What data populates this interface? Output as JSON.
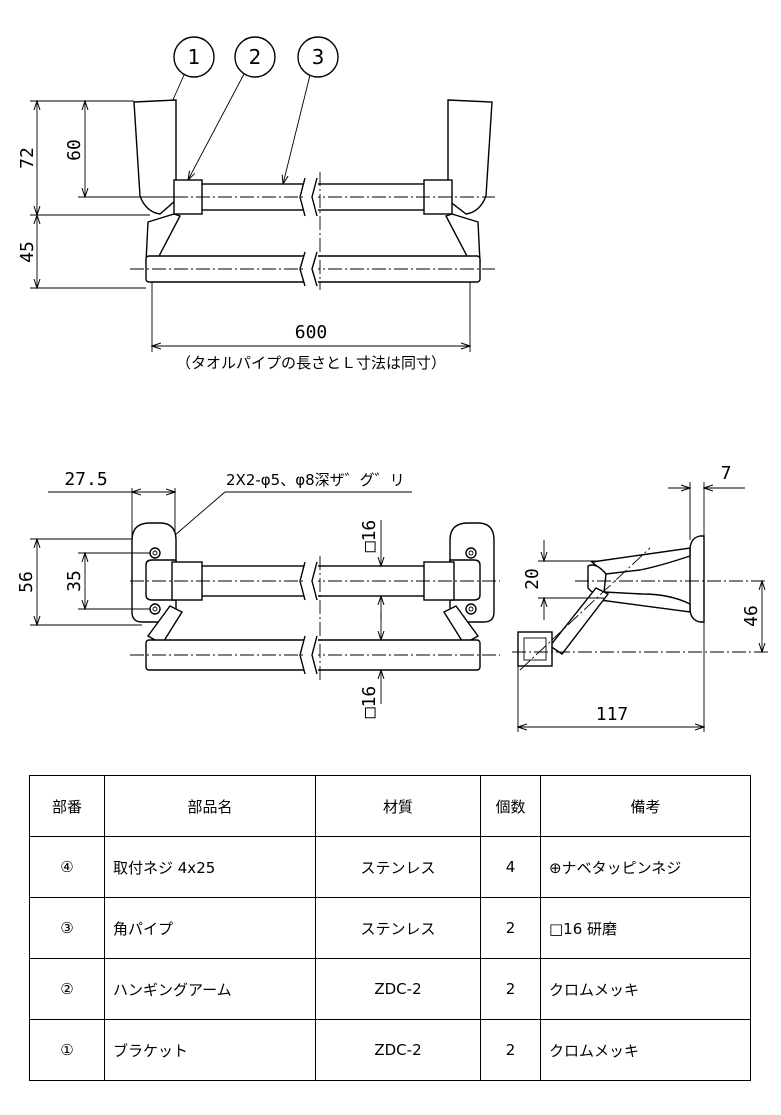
{
  "drawing": {
    "balloons": [
      "1",
      "2",
      "3"
    ],
    "top_view": {
      "dim_72": "72",
      "dim_60": "60",
      "dim_45": "45",
      "dim_600": "600",
      "note_length": "（タオルパイプの長さとＬ寸法は同寸）"
    },
    "front_view": {
      "dim_27_5": "27.5",
      "hole_note": "2X2-φ5、φ8深ザ゛グ゛リ",
      "dim_56": "56",
      "dim_35": "35",
      "dim_sq16_top": "□16",
      "dim_sq16_bottom": "□16"
    },
    "side_view": {
      "dim_7": "7",
      "dim_20": "20",
      "dim_46": "46",
      "dim_117": "117"
    }
  },
  "parts_table": {
    "headers": [
      "部番",
      "部品名",
      "材質",
      "個数",
      "備考"
    ],
    "rows": [
      [
        "④",
        "取付ネジ 4x25",
        "ステンレス",
        "4",
        "⊕ナベタッピンネジ"
      ],
      [
        "③",
        "角パイプ",
        "ステンレス",
        "2",
        "□16 研磨"
      ],
      [
        "②",
        "ハンギングアーム",
        "ZDC-2",
        "2",
        "クロムメッキ"
      ],
      [
        "①",
        "ブラケット",
        "ZDC-2",
        "2",
        "クロムメッキ"
      ]
    ]
  }
}
